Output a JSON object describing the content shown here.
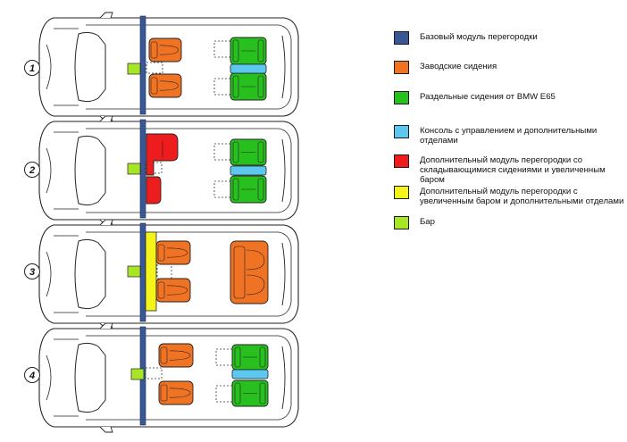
{
  "legend": [
    {
      "label": "Базовый модуль перегородки",
      "color": "#3a5795"
    },
    {
      "label": "Заводские сидения",
      "color": "#f07324"
    },
    {
      "label": "Раздельные сидения от BMW E65",
      "color": "#27c01f"
    },
    {
      "label": "Консоль с управлением и дополнительными отделами",
      "color": "#5cc8ef"
    },
    {
      "label": "Дополнительный модуль перегородки со складывающимися сидениями и увеличенным баром",
      "color": "#ee1c1c"
    },
    {
      "label": "Дополнительный модуль перегородки с увеличенным баром и дополнительными отделами",
      "color": "#f4f41a"
    },
    {
      "label": "Бар",
      "color": "#a6e625"
    }
  ],
  "layouts": [
    {
      "number": "1"
    },
    {
      "number": "2"
    },
    {
      "number": "3"
    },
    {
      "number": "4"
    }
  ],
  "colors": {
    "outline": "#222222",
    "car_body": "#ffffff",
    "window": "#ffffff",
    "bar_dotted": "#333333"
  }
}
